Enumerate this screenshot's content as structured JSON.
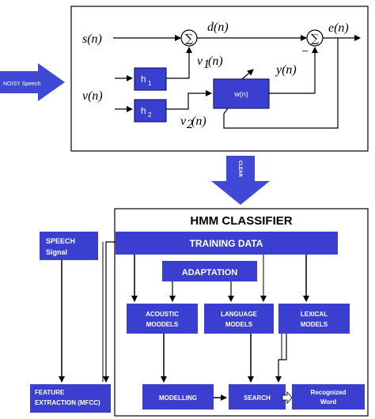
{
  "filter_panel": {
    "input_speech": "s(n)",
    "desired_signal": "d(n)",
    "error_signal": "e(n)",
    "noise_input": "v(n)",
    "noise_filtered_1": "v",
    "noise_filtered_1_sub": "1",
    "noise_filtered_1_arg": "(n)",
    "noise_filtered_2": "v",
    "noise_filtered_2_sub": "2",
    "noise_filtered_2_arg": "(n)",
    "filter_output": "y(n)",
    "minus_sign": "−",
    "sum_symbol": "∑",
    "h1": "h",
    "h1_sub": "1",
    "h2": "h",
    "h2_sub": "2",
    "adaptive_filter": "w(n)"
  },
  "noisy_speech_arrow": "NOISY Speech",
  "clear_arrow": "CLEAR",
  "hmm": {
    "title": "HMM CLASSIFIER",
    "training_data": "TRAINING DATA",
    "adaptation": "ADAPTATION",
    "acoustic_models_1": "ACOUSTIC",
    "acoustic_models_2": "MOODELS",
    "language_models_1": "LANGUAGE",
    "language_models_2": "MODELS",
    "lexical_models_1": "LEXICAL",
    "lexical_models_2": "MODELS",
    "modelling": "MODELLING",
    "search": "SEARCH",
    "recognized_1": "Recognized",
    "recognized_2": "Word"
  },
  "speech_signal_1": "SPEECH",
  "speech_signal_2": "Signal",
  "feature_extraction_1": "FEATURE",
  "feature_extraction_2": "EXTRACTION (MFCC)",
  "colors": {
    "box_blue": "#3b3fd0",
    "box_border": "#1a1a6e",
    "arrow_blue": "#3f49d6"
  }
}
